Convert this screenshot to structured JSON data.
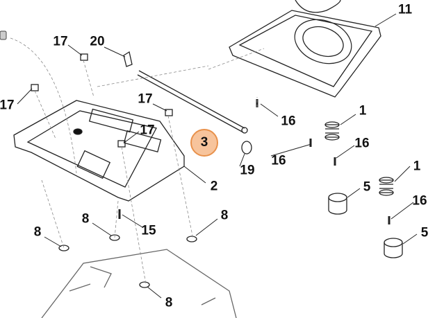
{
  "diagram": {
    "callouts": [
      "11",
      "17",
      "20",
      "17",
      "17",
      "17",
      "16",
      "1",
      "3",
      "19",
      "16",
      "16",
      "2",
      "1",
      "5",
      "16",
      "8",
      "8",
      "15",
      "8",
      "5",
      "8"
    ],
    "highlighted_callout": "3",
    "highlight_color": "#f7c49c",
    "highlight_border": "#e8914b"
  }
}
